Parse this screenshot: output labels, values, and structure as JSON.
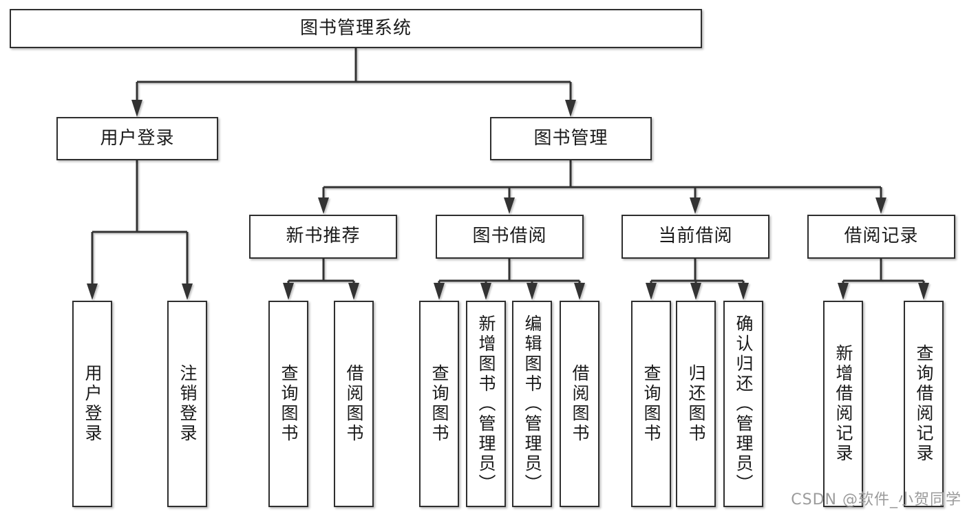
{
  "nodes": {
    "root": "图书管理系统",
    "level2": [
      "用户登录",
      "图书管理"
    ],
    "level3": [
      "新书推荐",
      "图书借阅",
      "当前借阅",
      "借阅记录"
    ],
    "user_login_children": [
      "用户登录",
      "注销登录"
    ],
    "new_book_children": [
      "查询图书",
      "借阅图书"
    ],
    "book_borrow_children": [
      "查询图书",
      "新增图书（管理员）",
      "编辑图书（管理员）",
      "借阅图书"
    ],
    "current_borrow_children": [
      "查询图书",
      "归还图书",
      "确认归还（管理员）"
    ],
    "borrow_record_children": [
      "新增借阅记录",
      "查询借阅记录"
    ]
  },
  "watermark": "CSDN @软件_小贺同学",
  "colors": {
    "line": "#333333",
    "box_border": "#2e2e2e",
    "box_background": "#ffffff",
    "text": "#1a1a1a",
    "watermark": "#9b9b9b",
    "background": "#ffffff"
  }
}
